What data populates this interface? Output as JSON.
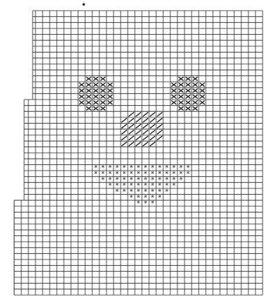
{
  "title": "",
  "chart_data": {
    "type": "cross-stitch chart",
    "grid": {
      "columns": 35,
      "rows": 48,
      "line_color": "#222222",
      "background": "#ffffff"
    },
    "outline": {
      "description": "stepped outline: narrower at top, widening in three steps toward the bottom",
      "steps_count": 3
    },
    "symbols": [
      {
        "name": "cross",
        "label": "x",
        "color": "#222222"
      },
      {
        "name": "diagonal",
        "label": "/",
        "color": "#222222"
      },
      {
        "name": "asterisk",
        "label": "*",
        "color": "#222222"
      }
    ],
    "regions": [
      {
        "name": "left-eye",
        "symbol": "cross"
      },
      {
        "name": "right-eye",
        "symbol": "cross"
      },
      {
        "name": "nose",
        "symbol": "diagonal"
      },
      {
        "name": "mouth",
        "symbol": "asterisk"
      }
    ]
  },
  "marks": {
    "top_dot": "•"
  }
}
